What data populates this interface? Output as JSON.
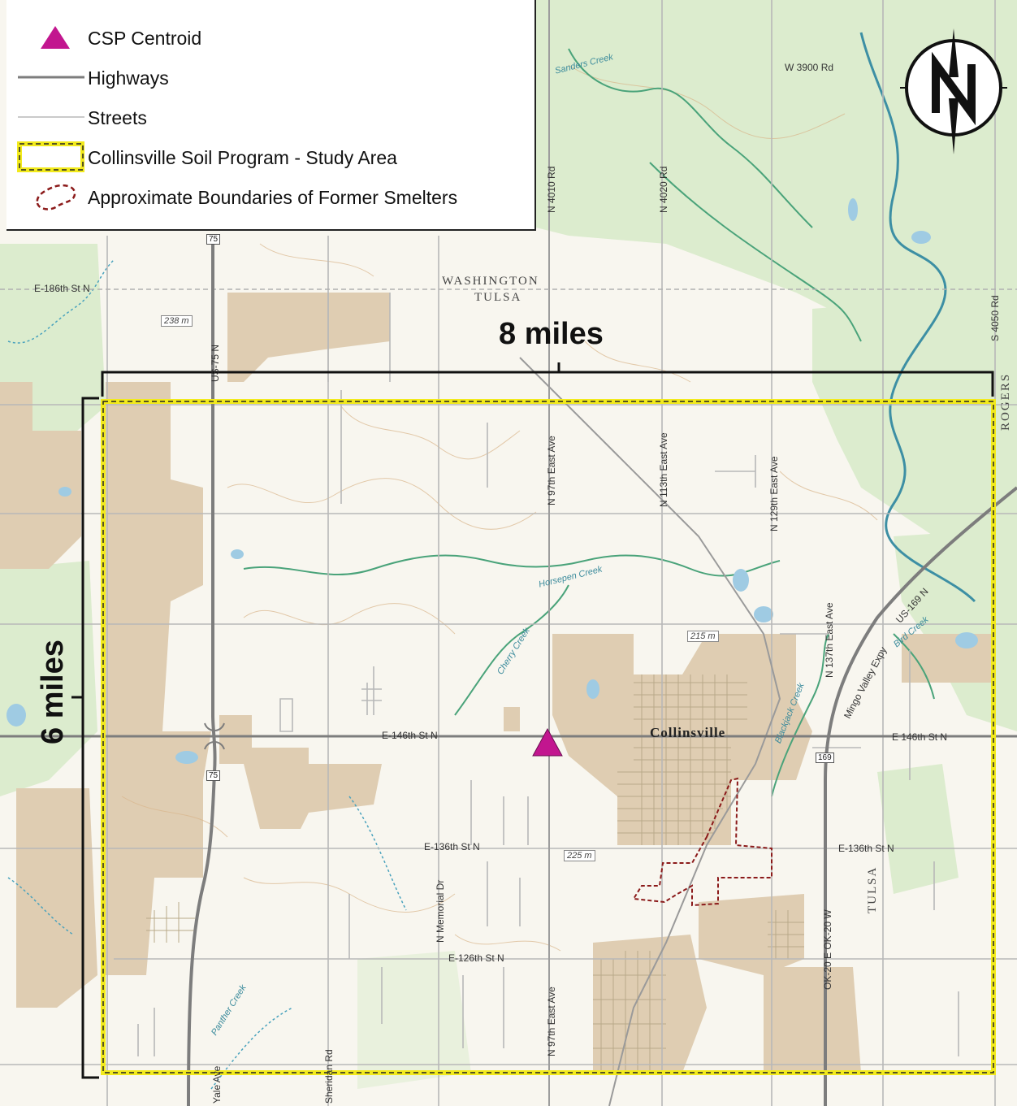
{
  "legend": {
    "items": [
      {
        "id": "centroid",
        "label": "CSP Centroid"
      },
      {
        "id": "highways",
        "label": "Highways"
      },
      {
        "id": "streets",
        "label": "Streets"
      },
      {
        "id": "study_area",
        "label": "Collinsville Soil Program - Study Area"
      },
      {
        "id": "smelters",
        "label": "Approximate Boundaries of Former Smelters"
      }
    ]
  },
  "dimensions": {
    "width_label": "8 miles",
    "height_label": "6 miles"
  },
  "places": {
    "town": "Collinsville",
    "county_north": "WASHINGTON",
    "county_south": "TULSA",
    "county_east": "ROGERS",
    "county_southeast": "TULSA"
  },
  "roads": {
    "e186": "E-186th St N",
    "e146_west": "E-146th St N",
    "e146_east": "E 146th St N",
    "e136_west": "E-136th St N",
    "e136_east": "E-136th St N",
    "e126": "E-126th St N",
    "w3900": "W 3900 Rd",
    "n4010": "N 4010 Rd",
    "n4020": "N 4020 Rd",
    "s4050": "S 4050 Rd",
    "n97_north": "N 97th East Ave",
    "n97_south": "N 97th East Ave",
    "n113": "N 113th East Ave",
    "n129": "N 129th East Ave",
    "n137": "N 137th East Ave",
    "us169": "US-169 N",
    "mingo": "Mingo Valley Expy",
    "ok20": "OK-20 E OK-20 W",
    "us75": "US-75 N",
    "memorial": "N Memorial Dr",
    "sheridan": "Sheridan Rd",
    "yale": "Yale Ave",
    "shield_75a": "75",
    "shield_75b": "75",
    "shield_169": "169"
  },
  "creeks": {
    "sanders": "Sanders Creek",
    "horsepen": "Horsepen Creek",
    "cherry": "Cherry Creek",
    "blackjack": "Blackjack Creek",
    "bird": "Bird Creek",
    "panther": "Panther Creek"
  },
  "elevations": {
    "e238": "238 m",
    "e215": "215 m",
    "e225": "225 m"
  },
  "colors": {
    "study_area": "#f2ea1c",
    "smelter": "#8b1a1a",
    "centroid": "#c2168f",
    "urban": "#dccbb0",
    "vegetation": "#d7eac8",
    "creek": "#4aa37a",
    "river": "#3d8fa4"
  }
}
